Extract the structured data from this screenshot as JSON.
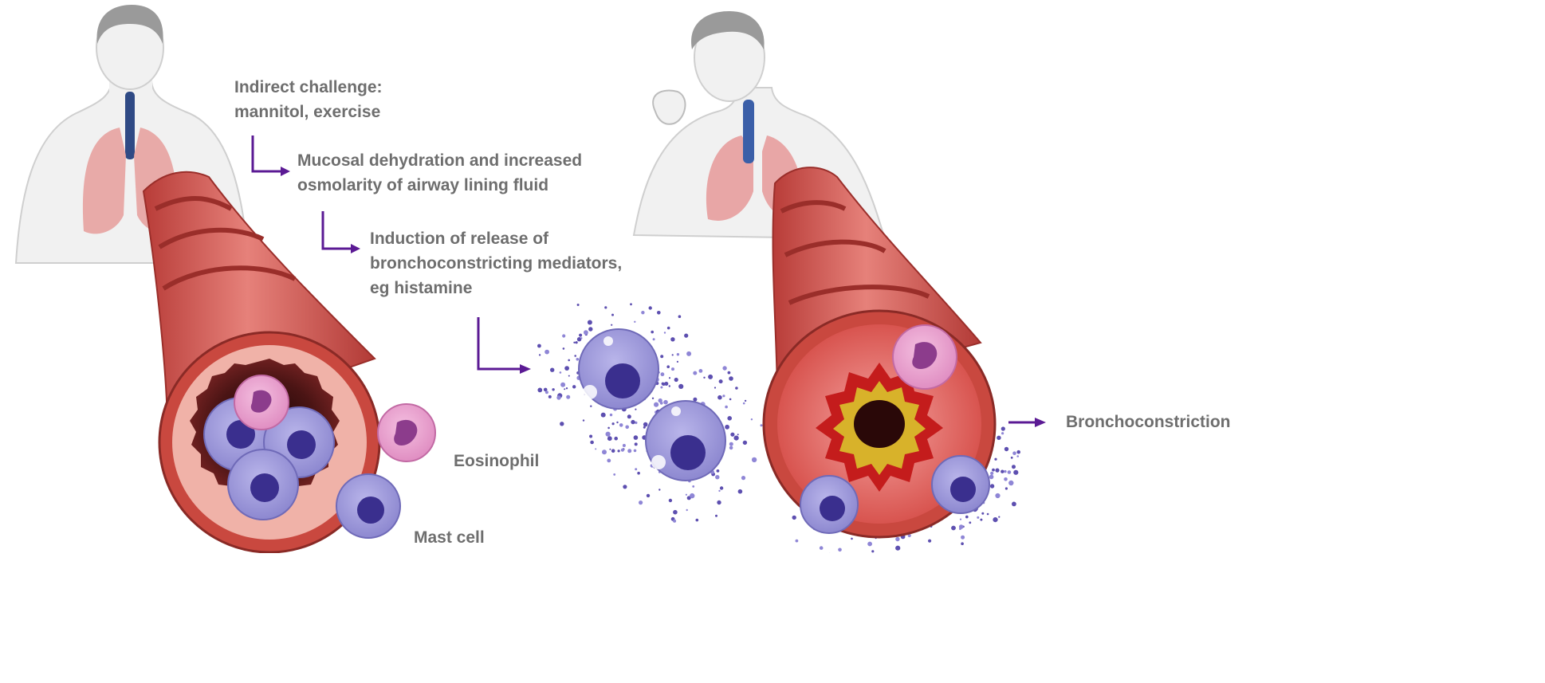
{
  "steps": {
    "challenge": [
      "Indirect challenge:",
      "mannitol, exercise"
    ],
    "dehydration": [
      "Mucosal dehydration and increased",
      "osmolarity of airway lining fluid"
    ],
    "induction": [
      "Induction of release of",
      "bronchoconstricting mediators,",
      "eg histamine"
    ]
  },
  "labels": {
    "eosinophil": "Eosinophil",
    "mast_cell": "Mast cell",
    "outcome": "Bronchoconstriction"
  },
  "colors": {
    "arrow": "#5b1a94",
    "text": "#6e6e6e",
    "airway_wall": "#c74a44",
    "mast_cell": "#9c98d8",
    "mast_nucleus": "#3a2f8e",
    "eosinophil": "#e9a4cf",
    "eosinophil_nucleus": "#8c3c8c",
    "mucus": "#d7b52a"
  }
}
